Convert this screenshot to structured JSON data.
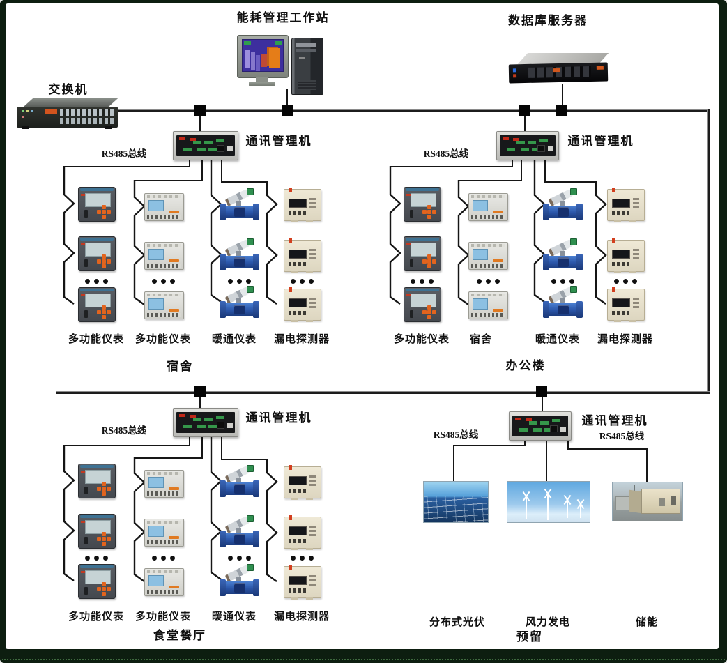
{
  "nodes": {
    "workstation": "能耗管理工作站",
    "database_server": "数据库服务器",
    "switch": "交换机",
    "comm_manager": "通讯管理机",
    "rs485_bus": "RS485总线"
  },
  "groups": {
    "dorm": {
      "columns": [
        "多功能仪表",
        "多功能仪表",
        "暖通仪表",
        "漏电探测器"
      ],
      "area": "宿舍"
    },
    "office": {
      "columns": [
        "多功能仪表",
        "宿舍",
        "暖通仪表",
        "漏电探测器"
      ],
      "area": "办公楼"
    },
    "canteen": {
      "columns": [
        "多功能仪表",
        "多功能仪表",
        "暖通仪表",
        "漏电探测器"
      ],
      "area": "食堂餐厅"
    },
    "renewables": {
      "items": [
        "分布式光伏",
        "风力发电",
        "储能"
      ],
      "note": "预留"
    }
  },
  "colors": {
    "frame": "#0d1e10",
    "wire": "#161616",
    "meter_accent_orange": "#e2641e",
    "flowmeter_blue": "#2a55a8",
    "comm_manager_green": "#35974a"
  }
}
